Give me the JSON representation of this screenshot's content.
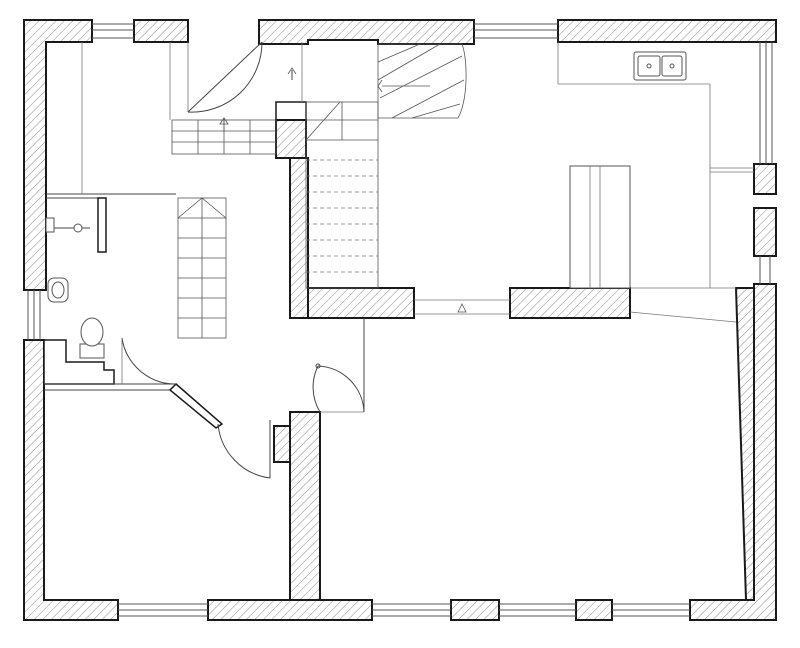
{
  "plan": {
    "colors": {
      "background": "#ffffff",
      "wall_stroke": "#1a1a1a",
      "hatch_line": "#8a8a8a",
      "fine_line": "#777777"
    },
    "icons": [
      "wall-hatch",
      "window",
      "door-swing",
      "stair",
      "stair-arrow",
      "sink",
      "toilet",
      "washbasin",
      "kitchen-counter",
      "kitchen-island",
      "shower"
    ]
  }
}
